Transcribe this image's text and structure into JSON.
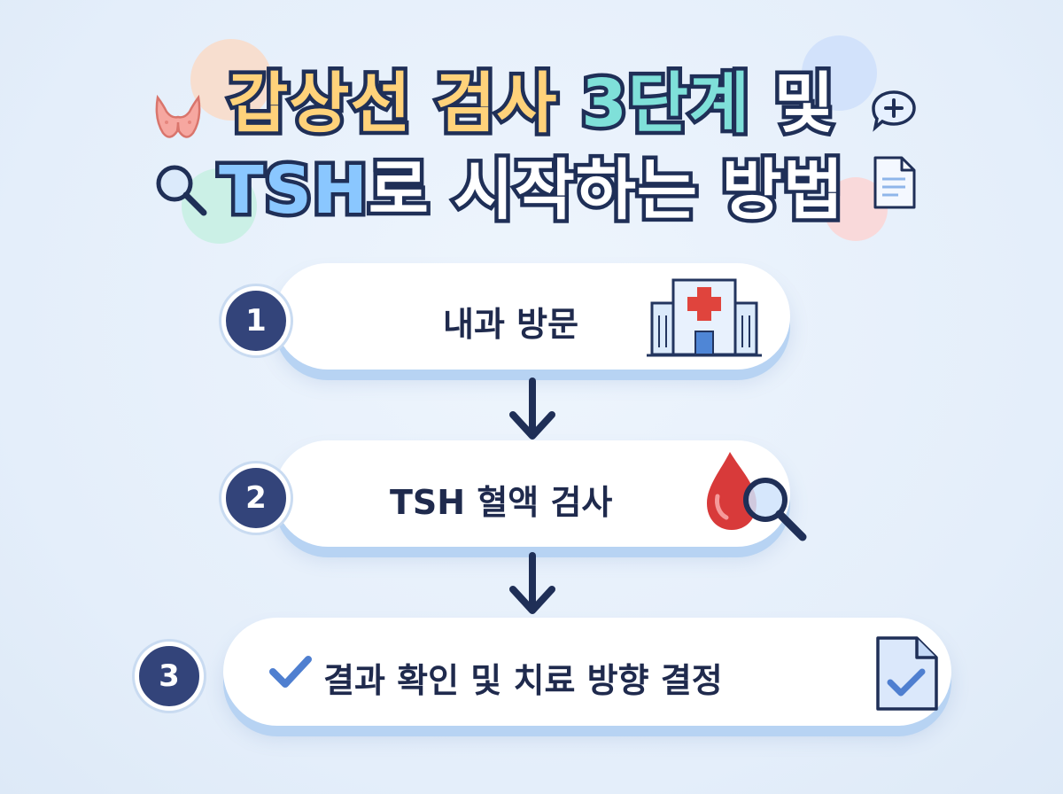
{
  "title": {
    "line1": [
      {
        "text": "갑상선 검사 ",
        "color": "yellow"
      },
      {
        "text": "3단계",
        "color": "teal"
      },
      {
        "text": " 및",
        "color": "white"
      }
    ],
    "line2": [
      {
        "text": "TSH",
        "color": "blue"
      },
      {
        "text": "로 시작하는 방법",
        "color": "white"
      }
    ]
  },
  "steps": [
    {
      "number": "1",
      "label": "내과 방문",
      "icon": "hospital-icon"
    },
    {
      "number": "2",
      "label": "TSH 혈액 검사",
      "icon": "blood-drop-magnifier-icon"
    },
    {
      "number": "3",
      "label": "결과 확인 및 치료 방향 결정",
      "icon": "document-check-icon"
    }
  ],
  "decorations": [
    "thyroid-icon",
    "magnifier-icon",
    "chat-plus-icon",
    "document-icon"
  ],
  "colors": {
    "background": "#e8f1fb",
    "navy": "#1f2f57",
    "title_yellow": "#ffd27a",
    "title_teal": "#7fe0d9",
    "title_blue": "#8ac7ff",
    "card_shadow": "#b7d3f3",
    "badge": "#33447a",
    "blood_red": "#d83a3a",
    "check_blue": "#4f7fd0"
  }
}
